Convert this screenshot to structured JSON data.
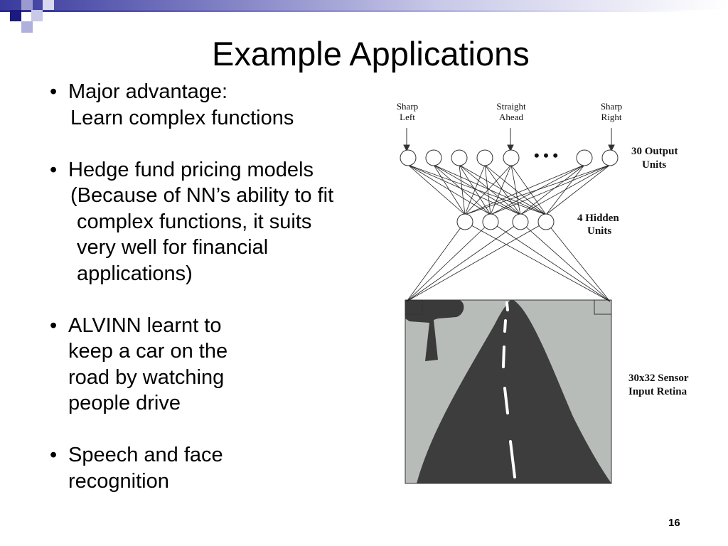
{
  "slide": {
    "title": "Example Applications",
    "page_number": "16"
  },
  "bullets": [
    {
      "lines": [
        "Major advantage:",
        "Learn complex functions"
      ]
    },
    {
      "lines": [
        "Hedge fund pricing models",
        "(Because of NN’s ability to fit",
        "complex functions, it suits",
        "very well for financial",
        "applications)"
      ]
    },
    {
      "lines": [
        "ALVINN learnt to",
        "keep a car on the",
        "road by watching",
        "people drive"
      ]
    },
    {
      "lines": [
        "Speech and face",
        "recognition"
      ]
    }
  ],
  "figure": {
    "outputs": {
      "sharp_left": [
        "Sharp",
        "Left"
      ],
      "straight_ahead": [
        "Straight",
        "Ahead"
      ],
      "sharp_right": [
        "Sharp",
        "Right"
      ]
    },
    "output_units_label": [
      "30 Output",
      "Units"
    ],
    "hidden_units_label": [
      "4 Hidden",
      "Units"
    ],
    "input_label": [
      "30x32 Sensor",
      "Input Retina"
    ],
    "ellipsis": "• • •"
  },
  "colors": {
    "banner_dark": "#2a2a8e",
    "banner_light": "#9090d0",
    "road": "#3d3d3d",
    "retina_bg": "#b8bcb8"
  }
}
